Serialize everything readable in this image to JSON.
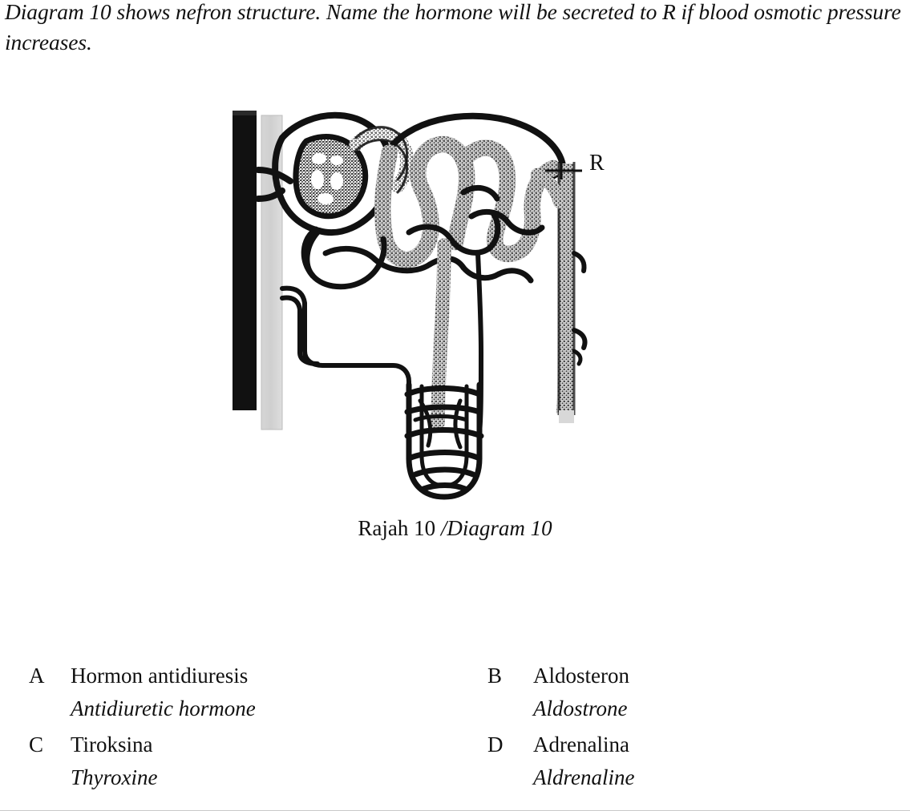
{
  "question": {
    "stem": "Diagram 10 shows nefron structure. Name the hormone will be secreted to R if blood osmotic pressure increases."
  },
  "figure": {
    "label_r": "R",
    "caption_malay": "Rajah  10 ",
    "caption_english": "/Diagram 10",
    "diagram_name": "nephron-diagram",
    "parts": [
      "renal-artery-bar",
      "capsule-wall-band",
      "glomerulus",
      "bowmans-capsule",
      "proximal-convoluted-tubule",
      "distal-convoluted-tubule",
      "loop-of-henle",
      "peritubular-capillaries",
      "collecting-duct"
    ],
    "pointer_target": "collecting-duct"
  },
  "options": [
    {
      "letter": "A",
      "malay": "Hormon antidiuresis",
      "english": "Antidiuretic hormone"
    },
    {
      "letter": "B",
      "malay": "Aldosteron",
      "english": "Aldostrone"
    },
    {
      "letter": "C",
      "malay": "Tiroksina",
      "english": "Thyroxine"
    },
    {
      "letter": "D",
      "malay": "Adrenalina",
      "english": "Aldrenaline"
    }
  ],
  "colors": {
    "ink": "#111111",
    "stipple": "#6e6e6e",
    "rule": "#c9c9c9",
    "page": "#ffffff"
  }
}
